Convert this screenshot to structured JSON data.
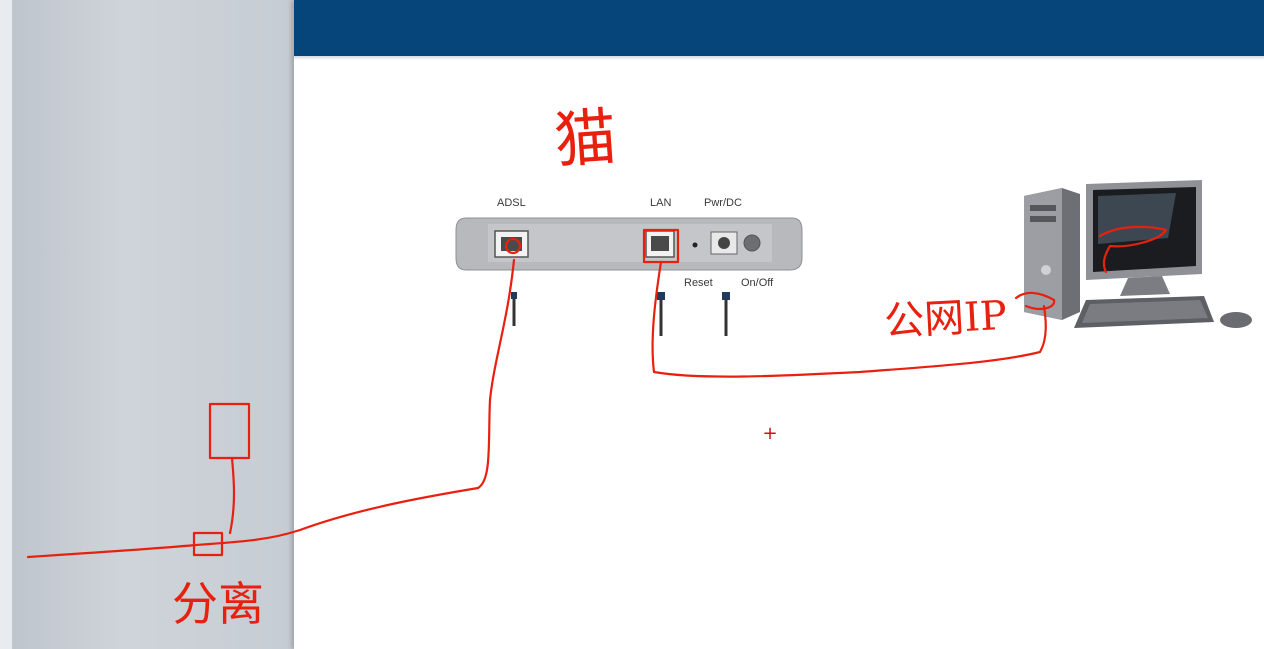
{
  "device": {
    "ports": {
      "adsl": "ADSL",
      "lan": "LAN",
      "power": "Pwr/DC"
    },
    "buttons": {
      "reset": "Reset",
      "onoff": "On/Off"
    }
  },
  "annotations": {
    "modem_note": "猫",
    "cable_note": "公网IP",
    "splitter_note": "分离"
  },
  "colors": {
    "header": "#05457a",
    "ink": "#e8200f",
    "device_body": "#b7b9bd"
  }
}
